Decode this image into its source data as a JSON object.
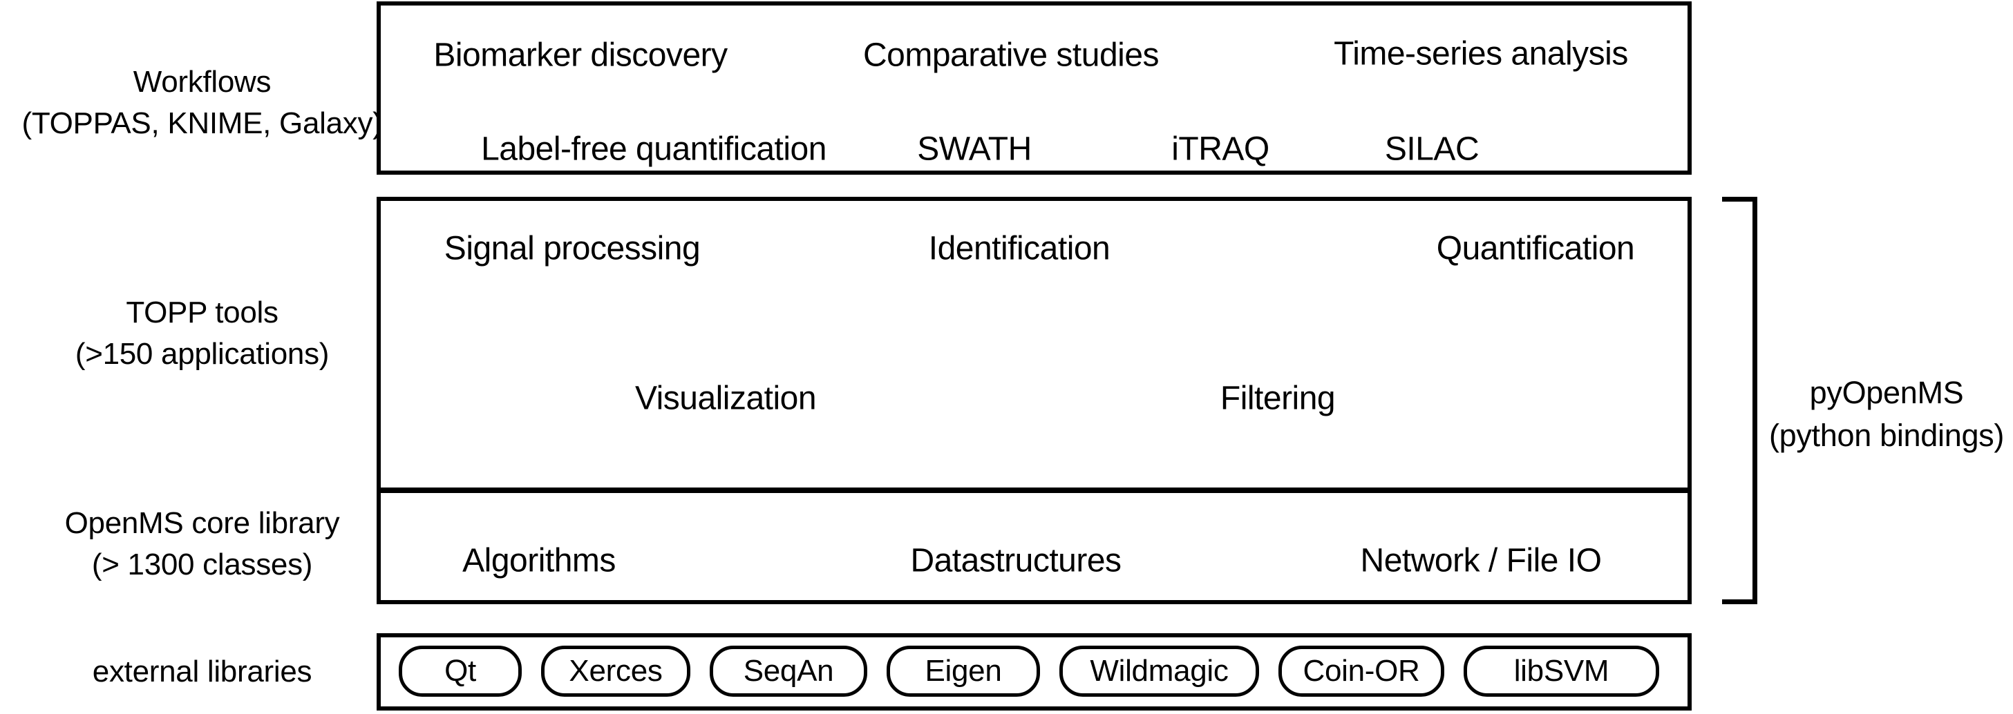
{
  "colors": {
    "ink": "#000000",
    "background": "#ffffff"
  },
  "layers": {
    "workflows": {
      "label": [
        "Workflows",
        "(TOPPAS, KNIME, Galaxy)"
      ],
      "row1": [
        "Biomarker discovery",
        "Comparative studies",
        "Time-series analysis"
      ],
      "row2": [
        "Label-free quantification",
        "SWATH",
        "iTRAQ",
        "SILAC"
      ]
    },
    "topp_tools": {
      "label": [
        "TOPP tools",
        "(>150 applications)"
      ],
      "row1": [
        "Signal processing",
        "Identification",
        "Quantification"
      ],
      "row2": [
        "Visualization",
        "Filtering"
      ]
    },
    "core_library": {
      "label": [
        "OpenMS core library",
        "(> 1300 classes)"
      ],
      "row1": [
        "Algorithms",
        "Datastructures",
        "Network / File IO"
      ]
    },
    "external_libraries": {
      "label": [
        "external libraries"
      ],
      "pills": [
        "Qt",
        "Xerces",
        "SeqAn",
        "Eigen",
        "Wildmagic",
        "Coin-OR",
        "libSVM"
      ]
    },
    "pyopenms": {
      "label": [
        "pyOpenMS",
        "(python bindings)"
      ]
    }
  }
}
